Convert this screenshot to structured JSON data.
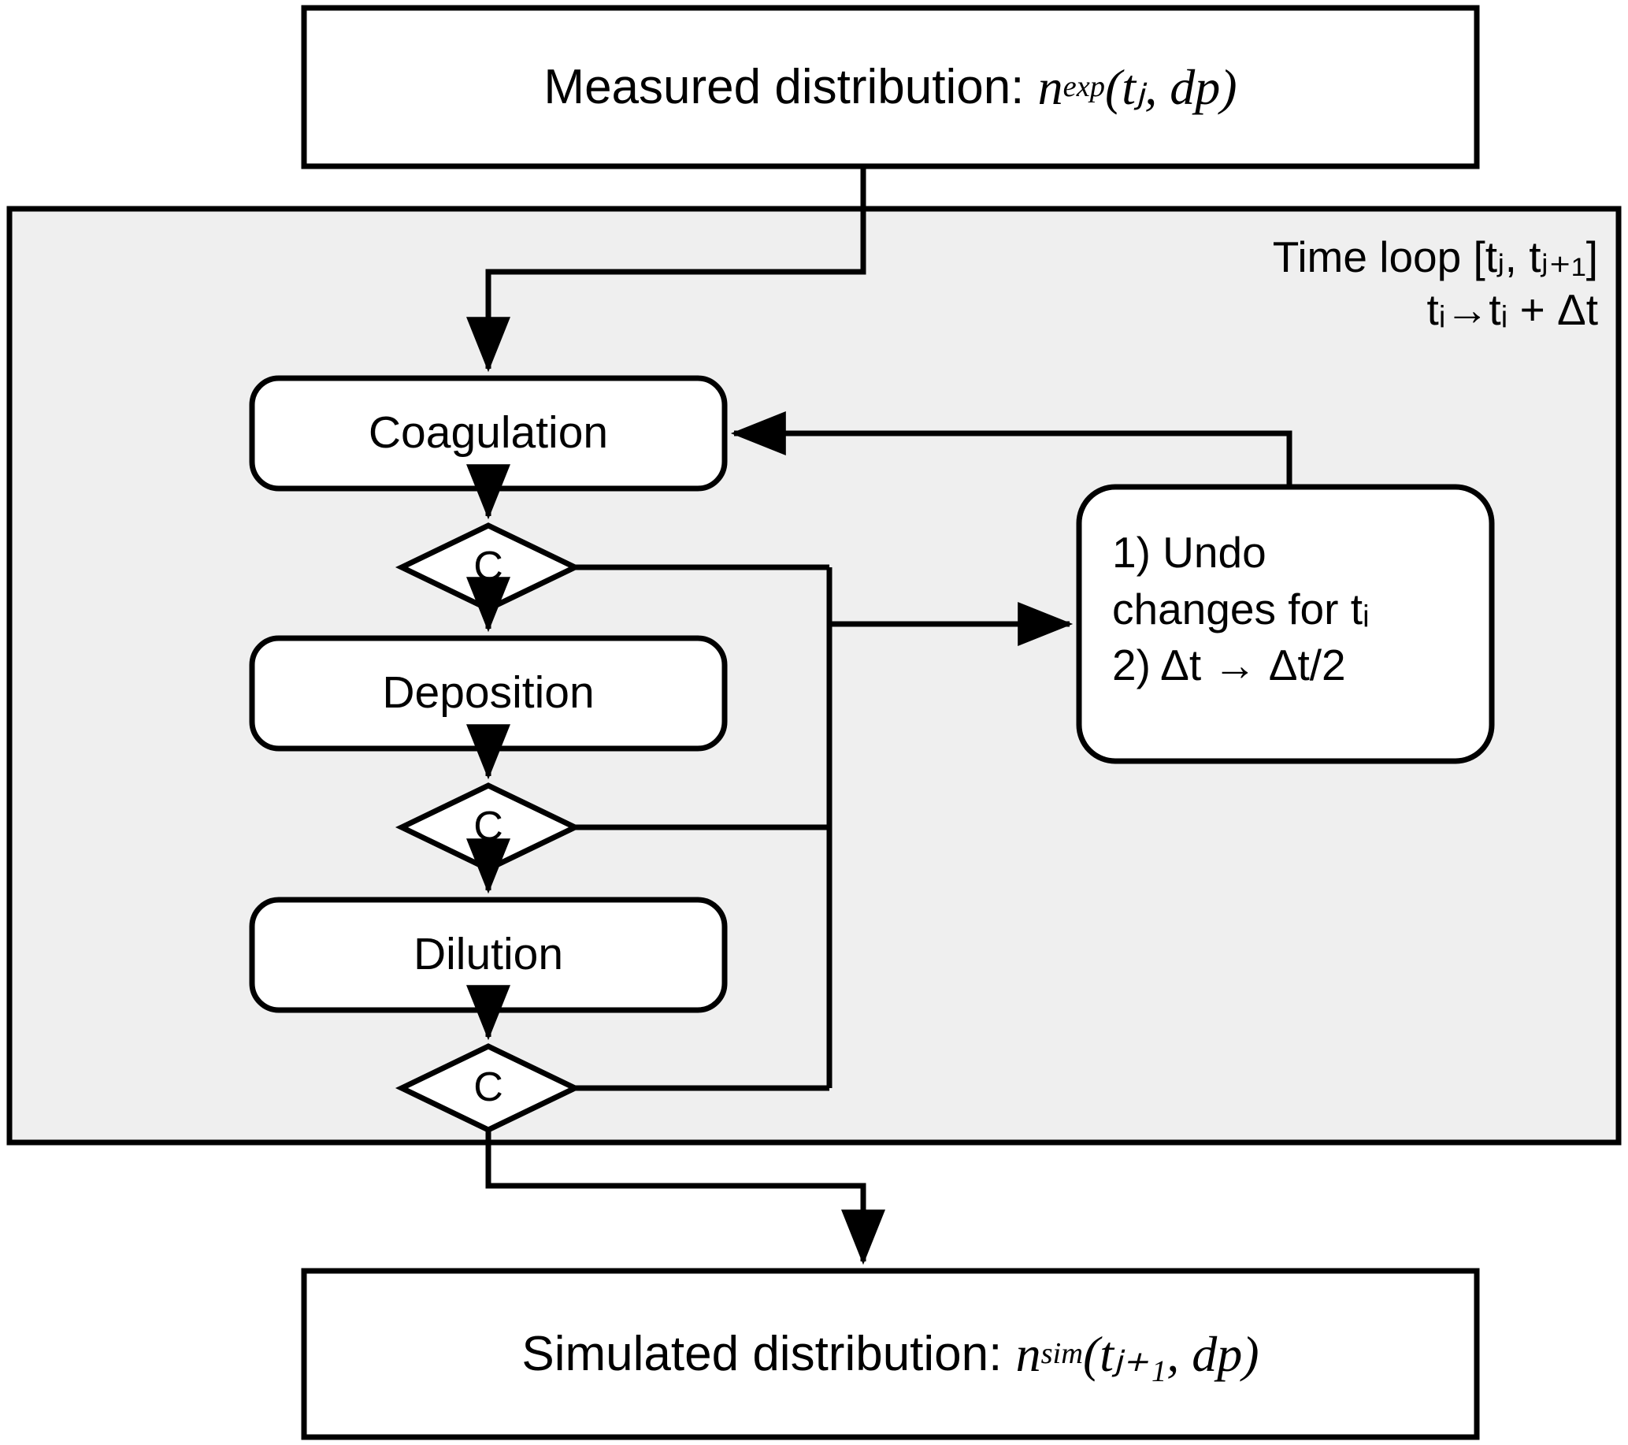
{
  "diagram": {
    "type": "flowchart",
    "title_present": false,
    "colors": {
      "background": "#ffffff",
      "loop_panel_fill": "#efefef",
      "stroke": "#000000",
      "node_fill": "#ffffff"
    },
    "input_node": {
      "label_prefix": "Measured distribution: ",
      "symbol": "n",
      "superscript": "exp",
      "arguments": "(tⱼ, dp)",
      "full_text": "Measured distribution: n^exp(t_j, dp)",
      "shape": "rectangle"
    },
    "loop_panel": {
      "label_line1": "Time loop [tⱼ, tⱼ₊₁]",
      "label_line2": "tᵢ→tᵢ + Δt",
      "label_line1_plain": "Time loop [tj, tj+1]",
      "label_line2_plain": "ti→ti + Δt",
      "shape": "rectangle-filled"
    },
    "process_nodes": [
      {
        "label": "Coagulation",
        "shape": "rounded-rectangle"
      },
      {
        "label": "Deposition",
        "shape": "rounded-rectangle"
      },
      {
        "label": "Dilution",
        "shape": "rounded-rectangle"
      }
    ],
    "decision_nodes": [
      {
        "label": "C",
        "shape": "diamond",
        "after": "Coagulation"
      },
      {
        "label": "C",
        "shape": "diamond",
        "after": "Deposition"
      },
      {
        "label": "C",
        "shape": "diamond",
        "after": "Dilution"
      }
    ],
    "undo_node": {
      "line1": "1)   Undo",
      "line2": "changes for tᵢ",
      "line3": "2) Δt → Δt/2",
      "line2_plain": "changes for ti",
      "shape": "rounded-rectangle"
    },
    "output_node": {
      "label_prefix": "Simulated distribution: ",
      "symbol": "n",
      "superscript": "sim",
      "arguments": "(tⱼ₊₁, dp)",
      "full_text": "Simulated distribution: n^sim(t_{j+1}, dp)",
      "shape": "rectangle"
    },
    "edges": [
      {
        "from": "input_node",
        "to": "Coagulation",
        "arrow": true
      },
      {
        "from": "Coagulation",
        "to": "decision-1",
        "arrow": true
      },
      {
        "from": "decision-1",
        "to": "Deposition",
        "arrow": true
      },
      {
        "from": "Deposition",
        "to": "decision-2",
        "arrow": true
      },
      {
        "from": "decision-2",
        "to": "Dilution",
        "arrow": true
      },
      {
        "from": "Dilution",
        "to": "decision-3",
        "arrow": true
      },
      {
        "from": "decision-1",
        "to": "undo_node",
        "arrow": true
      },
      {
        "from": "decision-2",
        "to": "undo_node",
        "arrow": true
      },
      {
        "from": "decision-3",
        "to": "undo_node",
        "arrow": true
      },
      {
        "from": "undo_node",
        "to": "Coagulation",
        "arrow": true
      },
      {
        "from": "decision-3",
        "to": "output_node",
        "arrow": true
      }
    ]
  }
}
